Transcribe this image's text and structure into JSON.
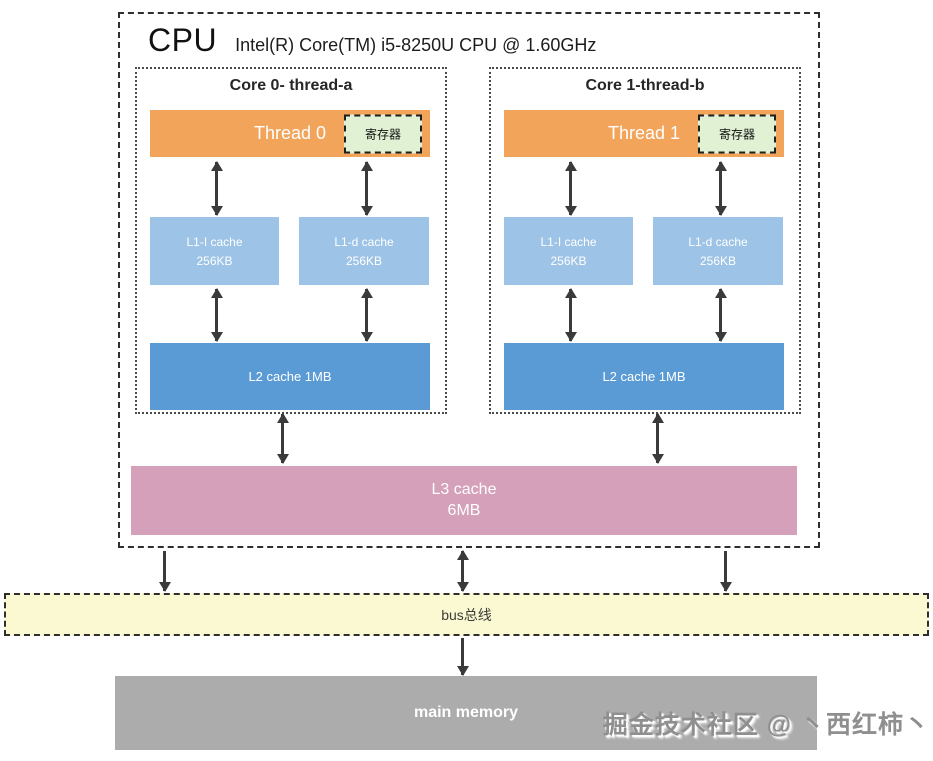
{
  "cpu": {
    "title": "CPU",
    "subtitle": "Intel(R) Core(TM) i5-8250U CPU @ 1.60GHz",
    "cores": [
      {
        "title": "Core 0- thread-a",
        "thread_label": "Thread 0",
        "register_label": "寄存器",
        "l1i": {
          "line1": "L1-I cache",
          "line2": "256KB"
        },
        "l1d": {
          "line1": "L1-d cache",
          "line2": "256KB"
        },
        "l2_label": "L2 cache 1MB"
      },
      {
        "title": "Core 1-thread-b",
        "thread_label": "Thread 1",
        "register_label": "寄存器",
        "l1i": {
          "line1": "L1-I cache",
          "line2": "256KB"
        },
        "l1d": {
          "line1": "L1-d cache",
          "line2": "256KB"
        },
        "l2_label": "L2 cache 1MB"
      }
    ],
    "l3": {
      "line1": "L3 cache",
      "line2": "6MB"
    }
  },
  "bus": {
    "label": "bus总线"
  },
  "memory": {
    "label": "main memory"
  },
  "watermark": "掘金技术社区 @ 丶西红柿丶",
  "colors": {
    "thread_orange": "#F2A45A",
    "register_green": "#E1F2D4",
    "l1_blue": "#9DC3E6",
    "l2_blue": "#5B9BD5",
    "l3_pink": "#D5A0B9",
    "bus_yellow": "#FAF9D1",
    "memory_gray": "#ACACAC"
  }
}
